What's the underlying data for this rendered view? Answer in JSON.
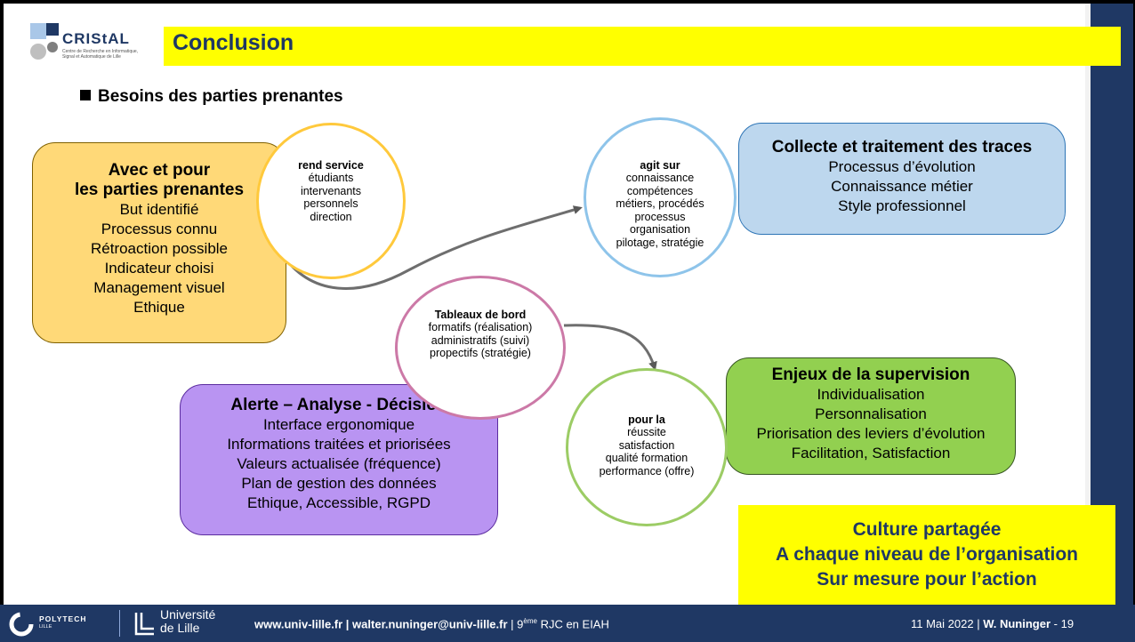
{
  "header": {
    "logo_text": "CRIStAL",
    "logo_subtitle": "Centre de Recherche en Informatique, Signal et Automatique de Lille",
    "title": "Conclusion"
  },
  "section_title": "Besoins des parties prenantes",
  "boxes": {
    "parties": {
      "heading_line1": "Avec et pour",
      "heading_line2": "les parties prenantes",
      "items": [
        "But identifié",
        "Processus connu",
        "Rétroaction possible",
        "Indicateur choisi",
        "Management visuel",
        "Ethique"
      ],
      "color": "#ffd978"
    },
    "collecte": {
      "heading": "Collecte et traitement des traces",
      "items": [
        "Processus d’évolution",
        "Connaissance métier",
        "Style professionnel"
      ],
      "color": "#bdd7ee"
    },
    "alerte": {
      "heading": "Alerte – Analyse - Décision",
      "items": [
        "Interface ergonomique",
        "Informations traitées et priorisées",
        "Valeurs actualisée (fréquence)",
        "Plan de gestion des données",
        "Ethique, Accessible, RGPD"
      ],
      "color": "#b994f2"
    },
    "enjeux": {
      "heading": "Enjeux de la supervision",
      "items": [
        "Individualisation",
        "Personnalisation",
        "Priorisation des leviers d’évolution",
        "Facilitation, Satisfaction"
      ],
      "color": "#92d050"
    }
  },
  "circles": {
    "rend_service": {
      "heading": "rend service",
      "items": [
        "étudiants",
        "intervenants",
        "personnels",
        "direction"
      ],
      "color": "#ffc93c"
    },
    "agit_sur": {
      "heading": "agit sur",
      "items": [
        "connaissance",
        "compétences",
        "métiers, procédés",
        "processus",
        "organisation",
        "pilotage, stratégie"
      ],
      "color": "#8ec4ea"
    },
    "tableaux": {
      "heading": "Tableaux de bord",
      "items": [
        "formatifs (réalisation)",
        "administratifs (suivi)",
        "propectifs (stratégie)"
      ],
      "color": "#cc79a7"
    },
    "pour_la": {
      "heading": "pour la",
      "items": [
        "réussite",
        "satisfaction",
        "qualité formation",
        "performance (offre)"
      ],
      "color": "#9ccc65"
    }
  },
  "culture": {
    "lines": [
      "Culture partagée",
      "A chaque niveau de l’organisation",
      "Sur mesure pour l’action"
    ]
  },
  "footer": {
    "polytech": "POLYTECH",
    "polytech_sub": "LILLE",
    "universite_line1": "Université",
    "universite_line2": "de Lille",
    "links": "www.univ-lille.fr  | walter.nuninger@univ-lille.fr",
    "sep": " | ",
    "rjc_prefix": "9",
    "rjc_sup": "ème",
    "rjc_suffix": " RJC en EIAH",
    "date": "11 Mai 2022",
    "author": "W. Nuninger",
    "page": "- 19"
  }
}
